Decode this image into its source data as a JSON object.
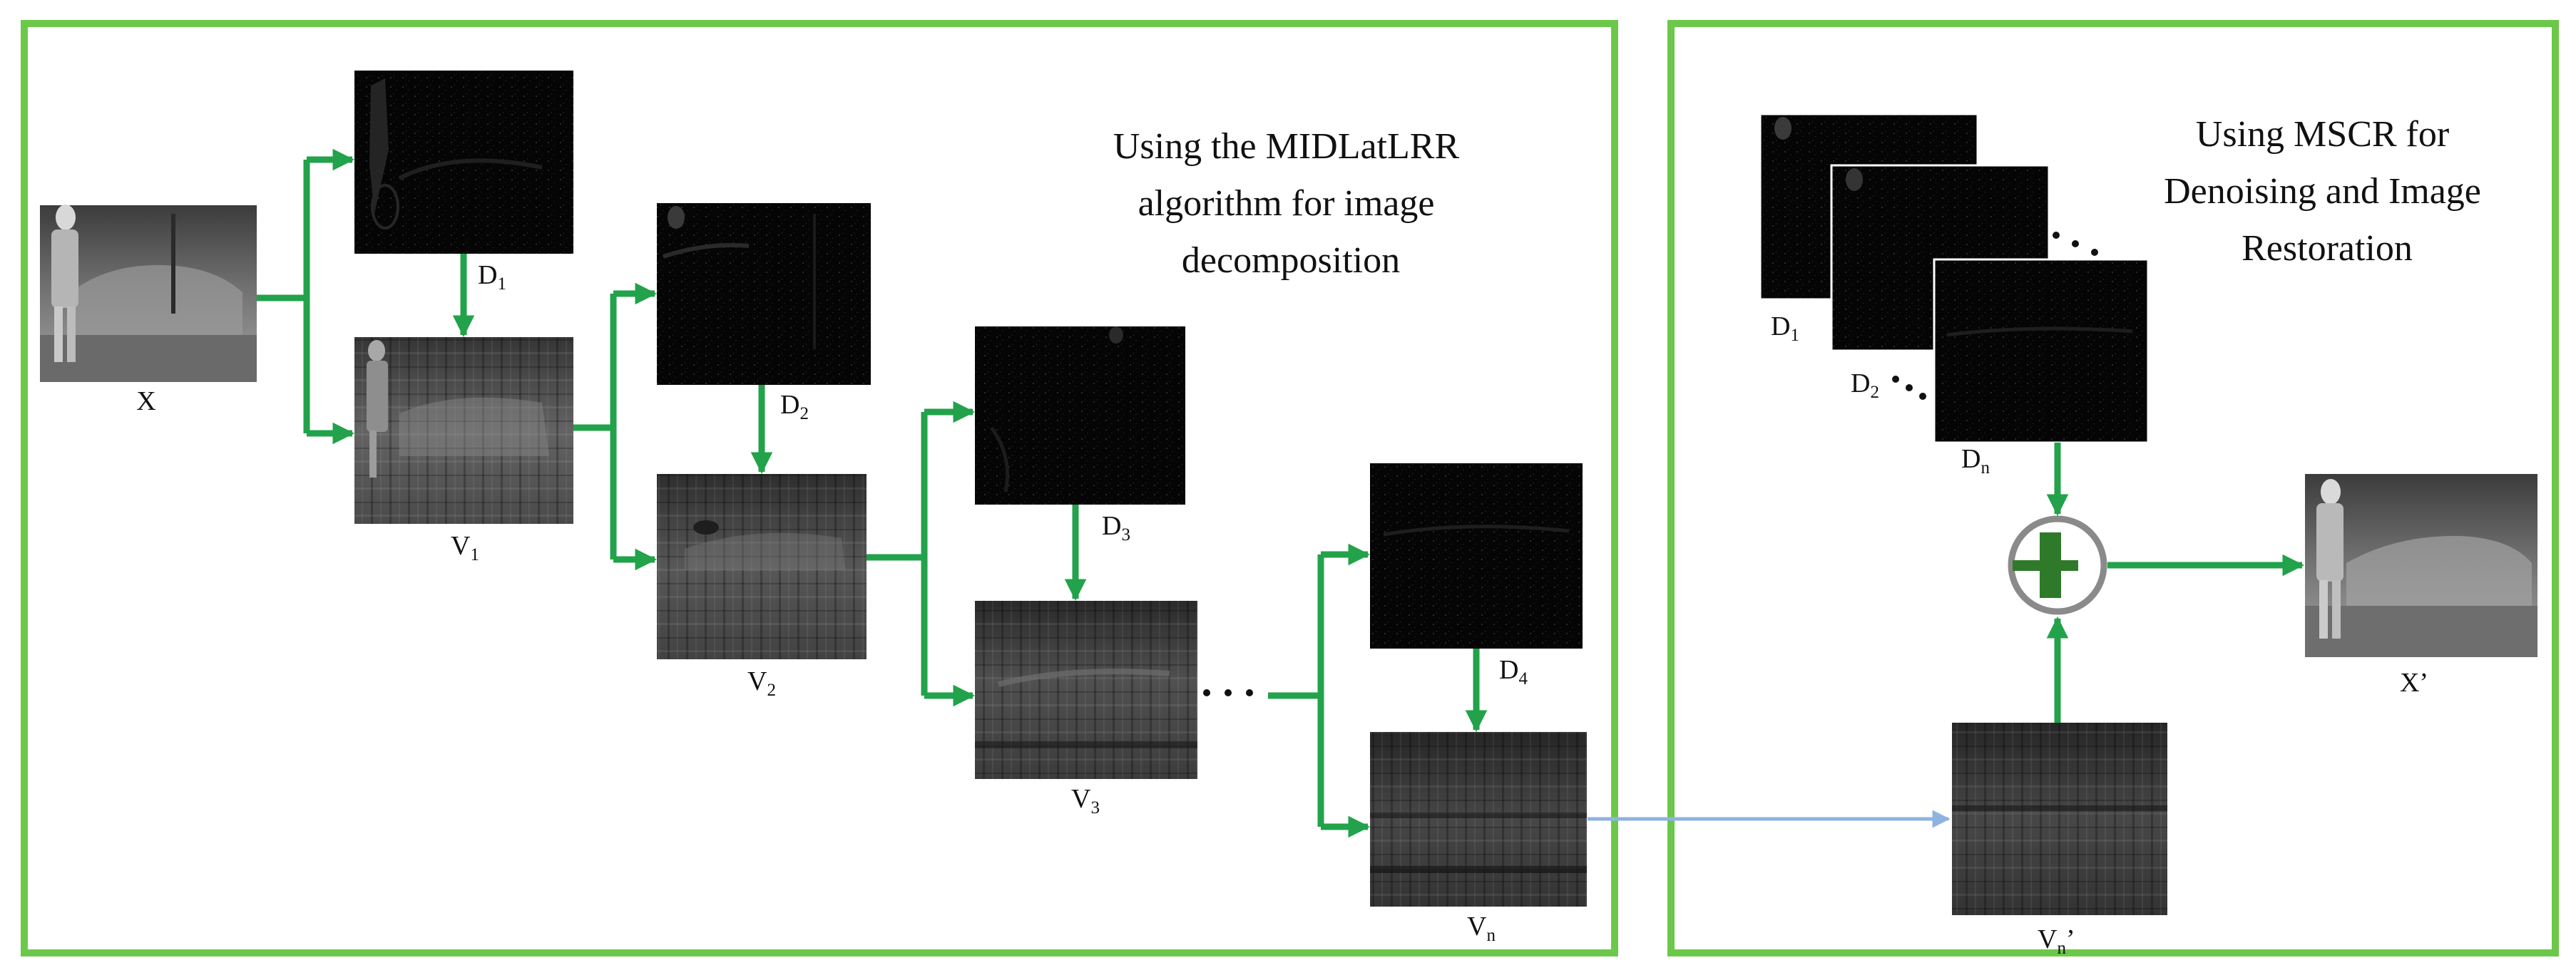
{
  "left_panel": {
    "title_lines": [
      "Using the MIDLatLRR",
      "algorithm for image",
      "decomposition"
    ]
  },
  "right_panel": {
    "title_lines": [
      "Using MSCR for",
      "Denoising and Image",
      "Restoration"
    ]
  },
  "labels": {
    "x": "X",
    "v1": {
      "base": "V",
      "sub": "1"
    },
    "d1": {
      "base": "D",
      "sub": "1"
    },
    "v2": {
      "base": "V",
      "sub": "2"
    },
    "d2": {
      "base": "D",
      "sub": "2"
    },
    "v3": {
      "base": "V",
      "sub": "3"
    },
    "d3": {
      "base": "D",
      "sub": "3"
    },
    "d4": {
      "base": "D",
      "sub": "4"
    },
    "vn": {
      "base": "V",
      "sub": "n"
    },
    "right_d1": {
      "base": "D",
      "sub": "1"
    },
    "right_d2": {
      "base": "D",
      "sub": "2"
    },
    "right_dn": {
      "base": "D",
      "sub": "n"
    },
    "vn_prime": {
      "base": "V",
      "sub": "n",
      "suffix": "’"
    },
    "x_prime": "X’"
  },
  "ellipsis": "• • •",
  "colors": {
    "panel_border": "#6cc84a",
    "arrow_green": "#22a24a",
    "arrow_blue": "#8fb3e0",
    "plus_circle": "#8a8a8a",
    "plus_fill": "#2f7a2a"
  }
}
